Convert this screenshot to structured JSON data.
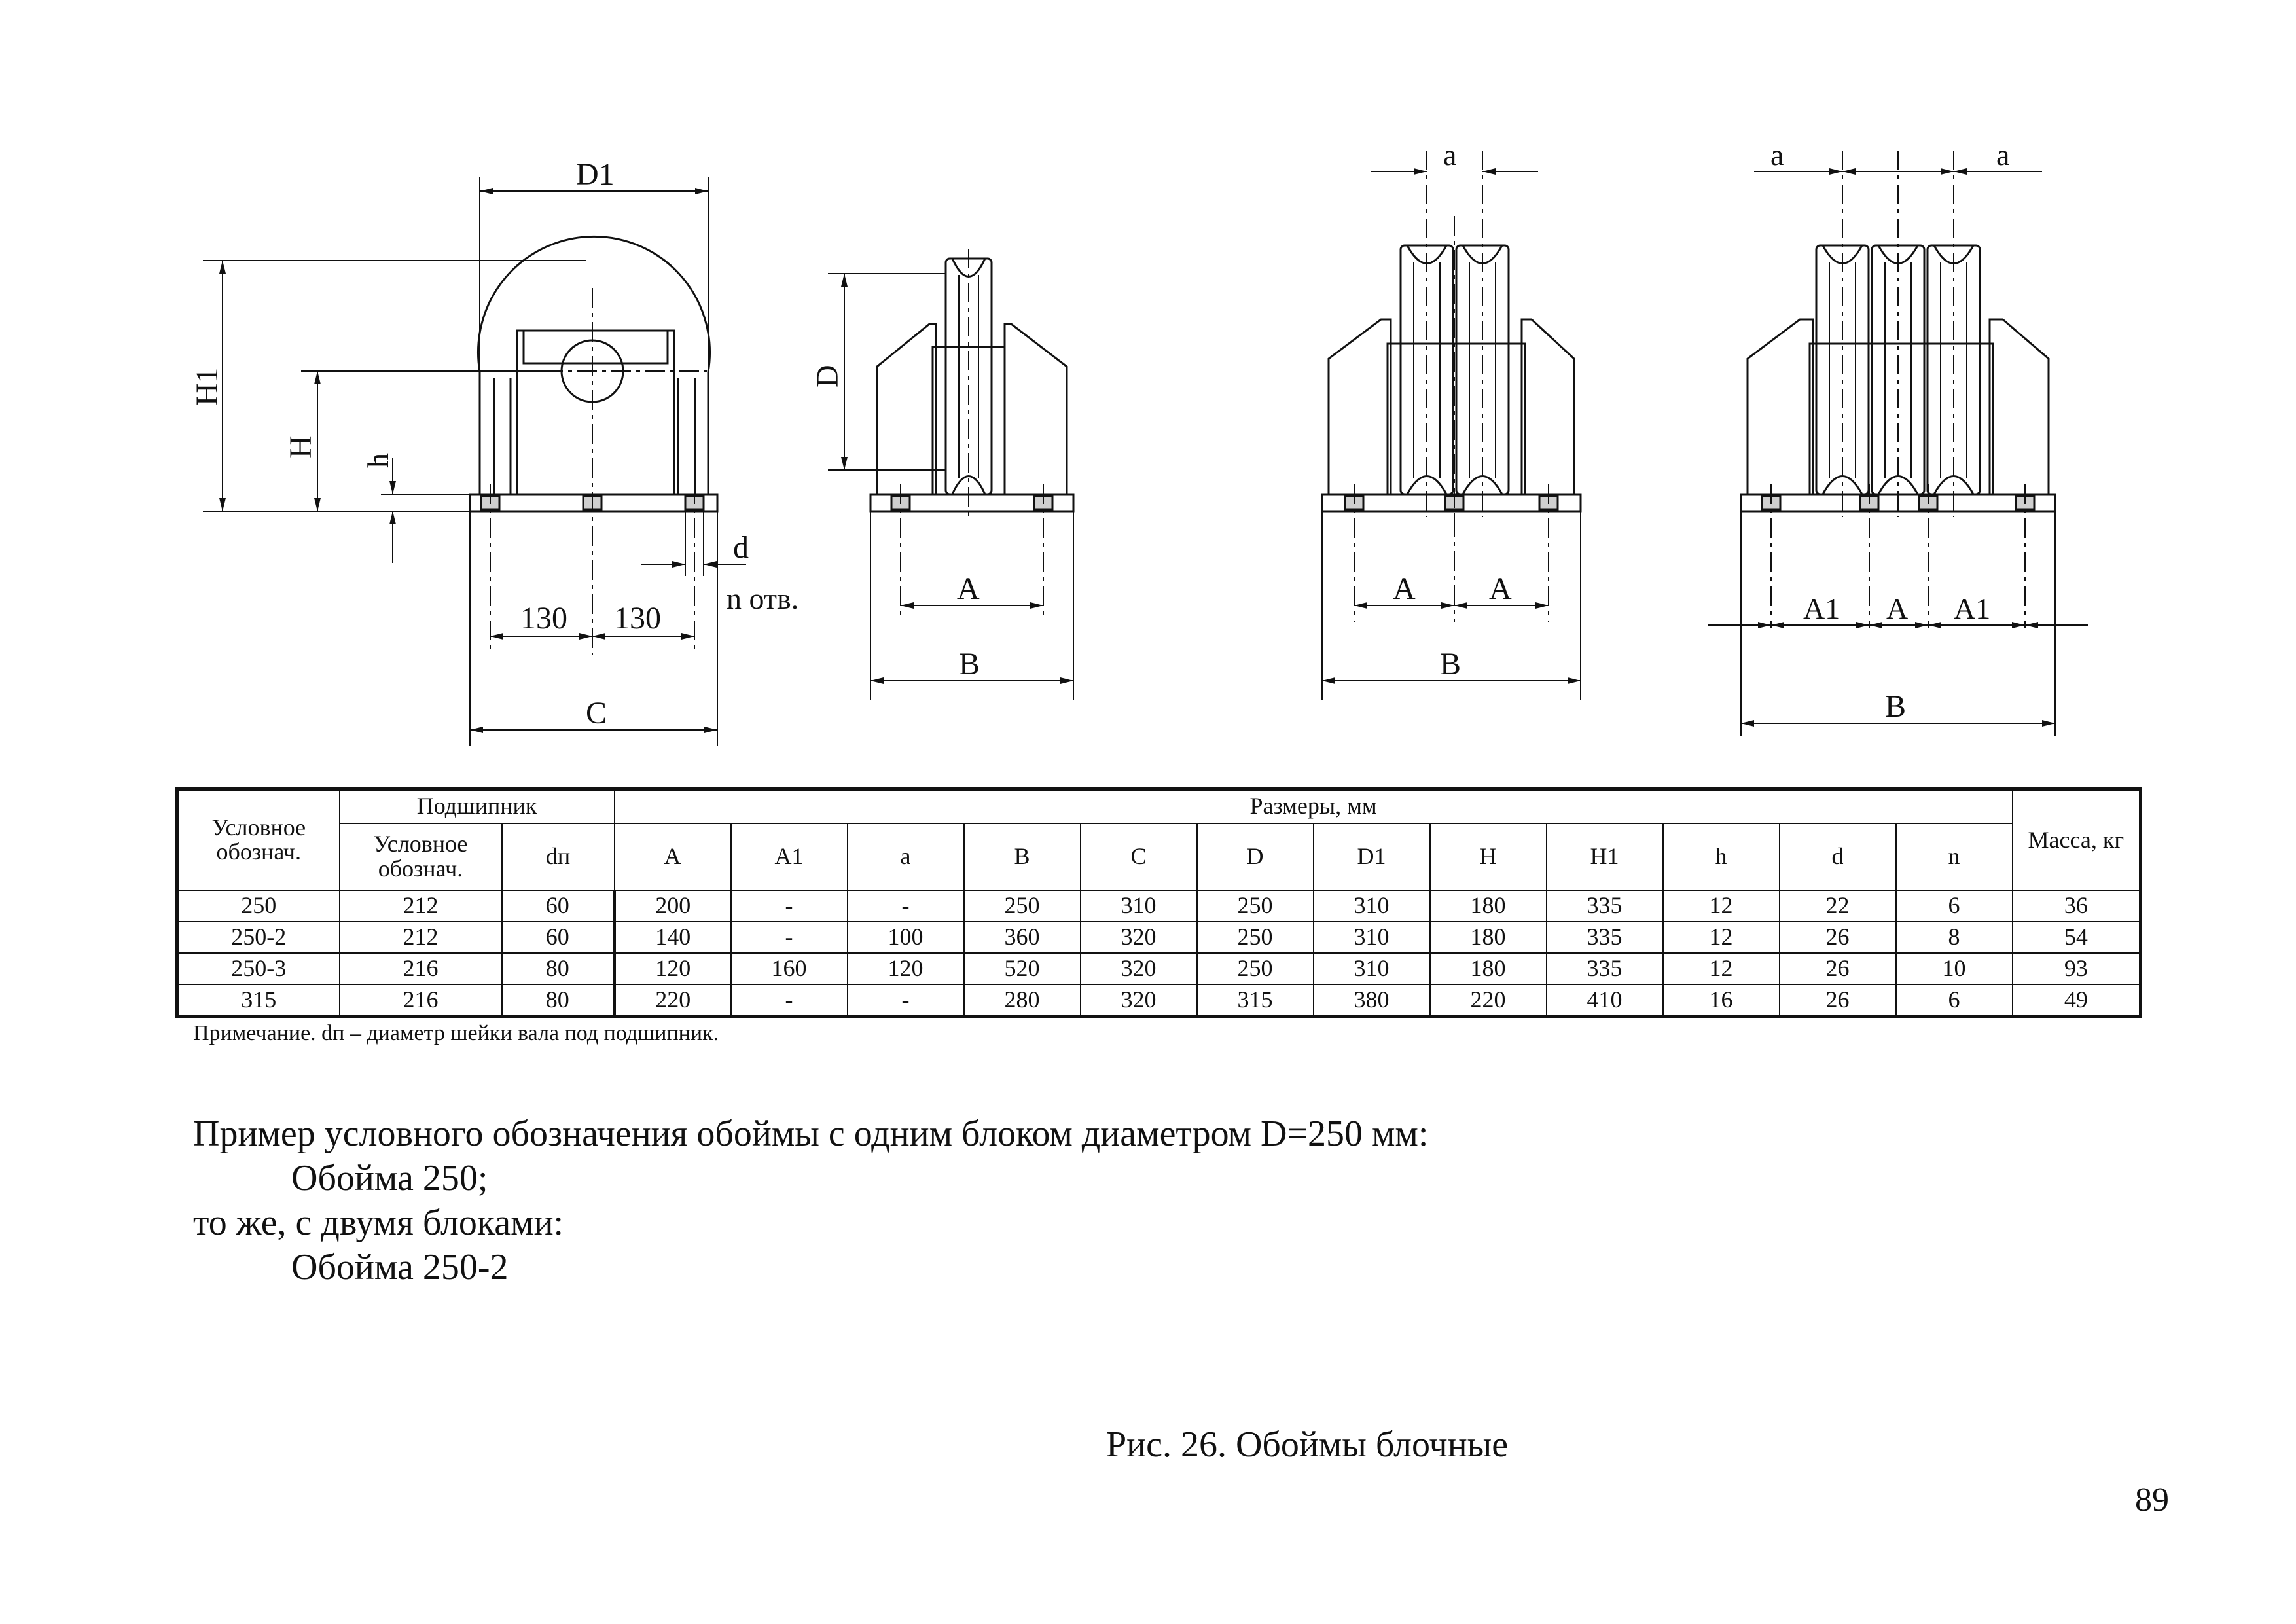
{
  "figure": {
    "view1": {
      "d1": "D1",
      "h1": "H1",
      "h_big": "H",
      "h_small": "h",
      "d": "d",
      "holes": "n отв.",
      "dim1": "130",
      "dim2": "130",
      "c": "C"
    },
    "view2": {
      "d": "D",
      "a": "A",
      "b": "B"
    },
    "view3": {
      "a_small": "a",
      "a1": "A",
      "a2": "A",
      "b": "B"
    },
    "view4": {
      "a_left": "a",
      "a_right": "a",
      "a1_left": "A1",
      "a_mid": "A",
      "a1_right": "A1",
      "b": "B"
    }
  },
  "table": {
    "header": {
      "designation": "Условное обознач.",
      "bearing": "Подшипник",
      "bearing_designation": "Условное обознач.",
      "dp": "dп",
      "dimensions": "Размеры, мм",
      "mass": "Масса, кг",
      "cols": [
        "A",
        "A1",
        "a",
        "B",
        "C",
        "D",
        "D1",
        "H",
        "H1",
        "h",
        "d",
        "n"
      ]
    },
    "rows": [
      [
        "250",
        "212",
        "60",
        "200",
        "-",
        "-",
        "250",
        "310",
        "250",
        "310",
        "180",
        "335",
        "12",
        "22",
        "6",
        "36"
      ],
      [
        "250-2",
        "212",
        "60",
        "140",
        "-",
        "100",
        "360",
        "320",
        "250",
        "310",
        "180",
        "335",
        "12",
        "26",
        "8",
        "54"
      ],
      [
        "250-3",
        "216",
        "80",
        "120",
        "160",
        "120",
        "520",
        "320",
        "250",
        "310",
        "180",
        "335",
        "12",
        "26",
        "10",
        "93"
      ],
      [
        "315",
        "216",
        "80",
        "220",
        "-",
        "-",
        "280",
        "320",
        "315",
        "380",
        "220",
        "410",
        "16",
        "26",
        "6",
        "49"
      ]
    ],
    "note": "Примечание. dп – диаметр шейки вала под подшипник."
  },
  "example": {
    "line1": "Пример условного обозначения обоймы с одним блоком диаметром D=250 мм:",
    "line2": "Обойма 250;",
    "line3": "то же, с двумя блоками:",
    "line4": "Обойма 250-2"
  },
  "caption": "Рис. 26. Обоймы блочные",
  "page_number": "89"
}
